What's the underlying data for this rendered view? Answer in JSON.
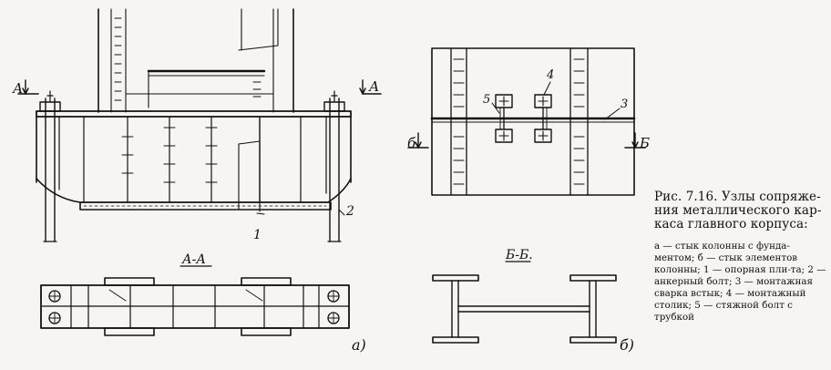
{
  "caption": {
    "title": "Рис. 7.16. Узлы сопряже-ния металлического кар-каса главного корпуса:",
    "legend": "а — стык колонны с фунда-ментом; б — стык элементов колонны; 1 — опорная пли-та; 2 — анкерный болт; 3 — монтажная сварка встык; 4 — монтажный столик; 5 — стяжной болт с трубкой"
  },
  "labels": {
    "section_a_left": "А",
    "section_a_right": "А",
    "label_1": "1",
    "label_2": "2",
    "section_aa_title": "А-А",
    "view_a": "а)",
    "section_b_left": "б",
    "section_b_right": "Б",
    "label_3": "3",
    "label_4": "4",
    "label_5": "5",
    "section_bb_title": "Б-Б.",
    "view_b": "б)"
  },
  "colors": {
    "ink": "#111111",
    "paper": "#f6f5f1"
  }
}
